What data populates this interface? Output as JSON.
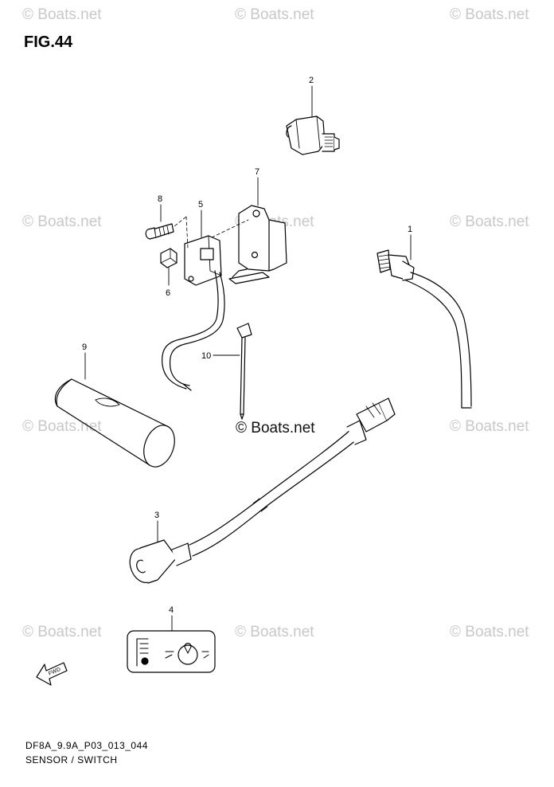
{
  "figure": {
    "title": "FIG.44"
  },
  "watermark": {
    "text": "© Boats.net"
  },
  "center_watermark": {
    "text": "© Boats.net"
  },
  "footer": {
    "code": "DF8A_9.9A_P03_013_044",
    "caption": "SENSOR / SWITCH"
  },
  "callouts": [
    "1",
    "2",
    "3",
    "4",
    "5",
    "6",
    "7",
    "8",
    "9",
    "10"
  ],
  "fwd_label": "FWD"
}
